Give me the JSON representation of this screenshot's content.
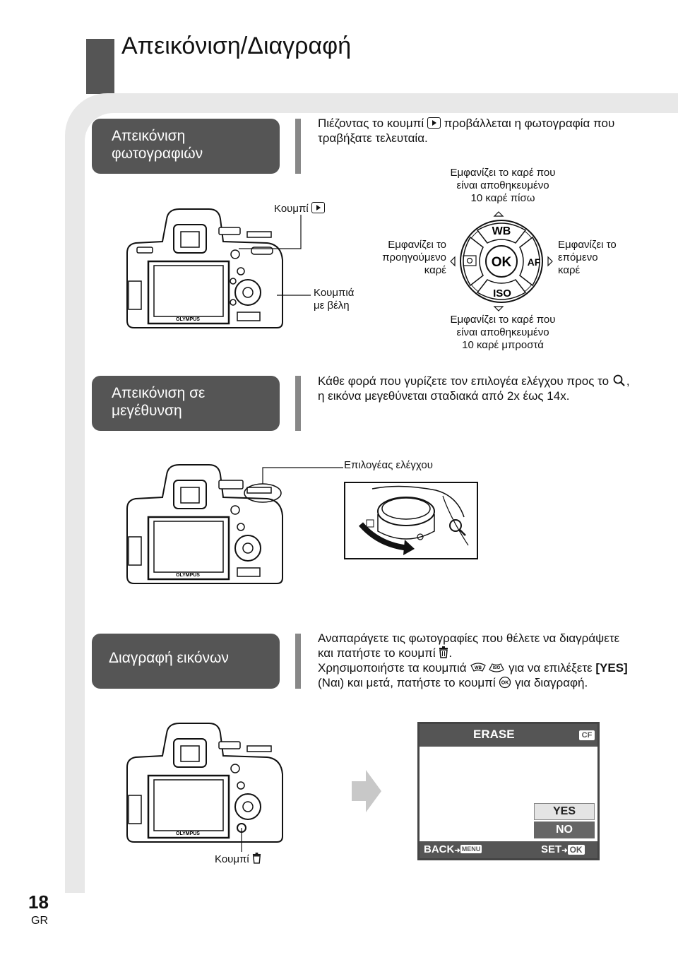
{
  "page": {
    "title": "Απεικόνιση/Διαγραφή",
    "number": "18",
    "lang": "GR"
  },
  "section1": {
    "label_line1": "Απεικόνιση",
    "label_line2": "φωτογραφιών",
    "text_line1_a": "Πιέζοντας το κουμπί",
    "text_line1_b": "προβάλλεται η φωτογραφία που",
    "text_line2": "τραβήξατε τελευταία.",
    "play_button_label": "Κουμπί",
    "arrow_buttons_line1": "Κουμπιά",
    "arrow_buttons_line2": "με βέλη",
    "top_line1": "Εμφανίζει το καρέ που",
    "top_line2": "είναι αποθηκευμένο",
    "top_line3": "10 καρέ πίσω",
    "left_line1": "Εμφανίζει το",
    "left_line2": "προηγούμενο",
    "left_line3": "καρέ",
    "right_line1": "Εμφανίζει το",
    "right_line2": "επόμενο",
    "right_line3": "καρέ",
    "bottom_line1": "Εμφανίζει το καρέ που",
    "bottom_line2": "είναι αποθηκευμένο",
    "bottom_line3": "10 καρέ μπροστά",
    "pad_wb": "WB",
    "pad_ok": "OK",
    "pad_af": "AF",
    "pad_iso": "ISO"
  },
  "section2": {
    "label_line1": "Απεικόνιση σε",
    "label_line2": "μεγέθυνση",
    "text_line1": "Κάθε φορά που γυρίζετε τον επιλογέα ελέγχου προς το",
    "text_line1_end": ",",
    "text_line2": "η εικόνα μεγεθύνεται σταδιακά από 2x έως 14x.",
    "dial_label": "Επιλογέας ελέγχου"
  },
  "section3": {
    "label": "Διαγραφή εικόνων",
    "text_line1": "Αναπαράγετε τις φωτογραφίες που θέλετε να διαγράψετε",
    "text_line2": "και πατήστε το κουμπί",
    "text_line2_end": ".",
    "text_line3_a": "Χρησιμοποιήστε τα κουμπιά",
    "text_line3_b": "για να επιλέξετε",
    "text_line3_yes": "[YES]",
    "text_line4_a": "(Ναι) και μετά, πατήστε το κουμπί",
    "text_line4_b": "για διαγραφή.",
    "trash_button_label": "Κουμπί",
    "icon_wb": "WB",
    "icon_iso": "ISO",
    "icon_ok": "OK"
  },
  "camera": {
    "brand": "OLYMPUS"
  },
  "erase_screen": {
    "title": "ERASE",
    "card": "CF",
    "yes": "YES",
    "no": "NO",
    "back": "BACK",
    "menu": "MENU",
    "set": "SET",
    "ok": "OK"
  }
}
